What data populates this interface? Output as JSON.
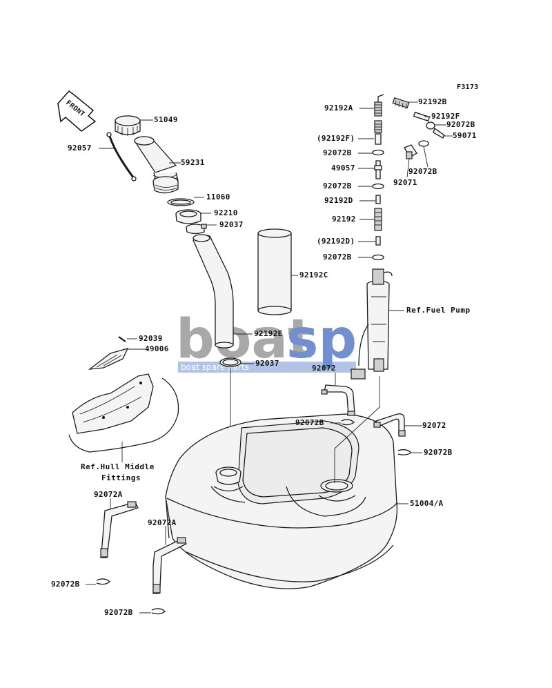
{
  "figure_code": "F3173",
  "front_label": "FRONT",
  "watermark": {
    "brand_gray": "boat",
    "brand_blue": "sp",
    "tagline": "boat spare parts",
    "gray_color": "#9a9a9a",
    "blue_color": "#5a7dc8"
  },
  "parts": {
    "cap": "51049",
    "neck_hose": "59231",
    "tether": "92057",
    "packing": "11060",
    "nut": "92210",
    "clamp_upper": "92037",
    "filler_hose": "92192E",
    "clamp_lower": "92037",
    "breather_tube": "92192C",
    "bolt": "92039",
    "hull_plate": "49006",
    "pump_band_left": "92072",
    "pump_band_right": "92072",
    "band_clip_left": "92072B",
    "band_clip_right": "92072B",
    "tank": "51004/A",
    "tank_band_front": "92072A",
    "tank_band_rear": "92072A",
    "tank_clip_front": "92072B",
    "tank_clip_rear": "92072B"
  },
  "valve_stack": {
    "spring_top": "92192A",
    "spacer_top": "(92192F)",
    "clip_1": "92072B",
    "check_valve": "49057",
    "clip_2": "92072B",
    "tube_d": "92192D",
    "spring_mid": "92192",
    "tube_d2": "(92192D)",
    "clip_3": "92072B",
    "tube_b": "92192B",
    "tube_f": "92192F",
    "clip_right": "92072B",
    "valve": "59071",
    "clip_valve": "92072B",
    "cap_valve": "92071"
  },
  "references": {
    "fuel_pump": "Ref.Fuel Pump",
    "hull_line1": "Ref.Hull Middle",
    "hull_line2": "Fittings"
  }
}
